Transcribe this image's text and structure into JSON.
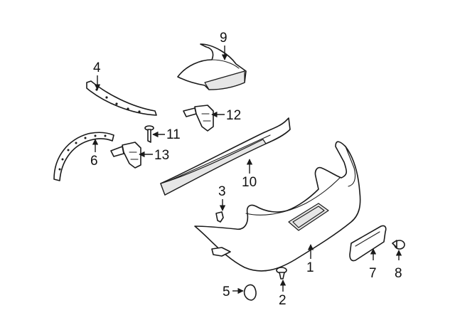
{
  "callouts": [
    {
      "id": "1",
      "label": "1"
    },
    {
      "id": "2",
      "label": "2"
    },
    {
      "id": "3",
      "label": "3"
    },
    {
      "id": "4",
      "label": "4"
    },
    {
      "id": "5",
      "label": "5"
    },
    {
      "id": "6",
      "label": "6"
    },
    {
      "id": "7",
      "label": "7"
    },
    {
      "id": "8",
      "label": "8"
    },
    {
      "id": "9",
      "label": "9"
    },
    {
      "id": "10",
      "label": "10"
    },
    {
      "id": "11",
      "label": "11"
    },
    {
      "id": "12",
      "label": "12"
    },
    {
      "id": "13",
      "label": "13"
    }
  ],
  "colors": {
    "line": "#1a1a1a",
    "background": "#ffffff",
    "shade": "#e6e6e6"
  }
}
